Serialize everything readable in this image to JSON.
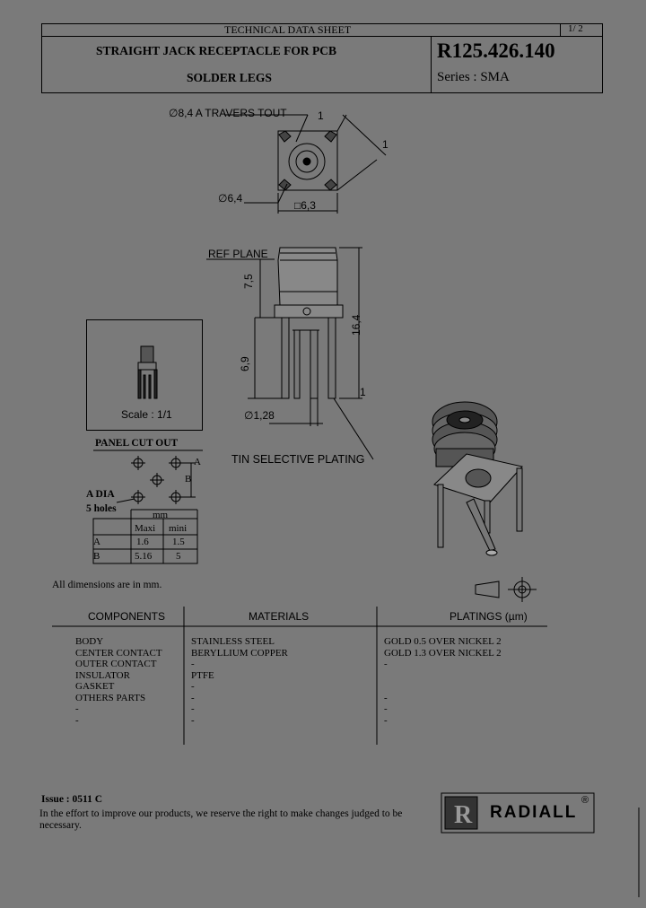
{
  "header": {
    "title": "TECHNICAL DATA SHEET",
    "page": "1/ 2",
    "product_line1": "STRAIGHT JACK RECEPTACLE FOR PCB",
    "product_line2": "SOLDER LEGS",
    "part_number": "R125.426.140",
    "series": "Series : SMA"
  },
  "drawing": {
    "dim_diameter_traverse": "∅8,4 A TRAVERS TOUT",
    "dim_one_a": "1",
    "dim_one_b": "1",
    "dim_diameter_small": "∅6,4",
    "dim_square": "□6,3",
    "ref_plane": "REF PLANE",
    "dim_7_5": "7,5",
    "dim_16_4": "16,4",
    "dim_6_9": "6,9",
    "dim_one_c": "1",
    "dim_pin_diameter": "∅1,28",
    "tin_plating": "TIN SELECTIVE PLATING",
    "scale": "Scale : 1/1"
  },
  "panel_cutout": {
    "title": "PANEL CUT OUT",
    "label_a": "A",
    "label_b": "B",
    "a_dia": "A DIA",
    "holes": "5 holes",
    "unit": "mm",
    "col_maxi": "Maxi",
    "col_mini": "mini",
    "rows": [
      {
        "label": "A",
        "maxi": "1.6",
        "mini": "1.5"
      },
      {
        "label": "B",
        "maxi": "5.16",
        "mini": "5"
      }
    ]
  },
  "note_dimensions": "All dimensions are in mm.",
  "components_table": {
    "headers": {
      "components": "COMPONENTS",
      "materials": "MATERIALS",
      "platings": "PLATINGS (µm)"
    },
    "rows": [
      {
        "component": "BODY",
        "material": "STAINLESS STEEL",
        "plating": "GOLD 0.5 OVER NICKEL 2"
      },
      {
        "component": "CENTER CONTACT",
        "material": "BERYLLIUM COPPER",
        "plating": "GOLD 1.3 OVER NICKEL 2"
      },
      {
        "component": "OUTER CONTACT",
        "material": "-",
        "plating": "-"
      },
      {
        "component": "INSULATOR",
        "material": "PTFE",
        "plating": ""
      },
      {
        "component": "GASKET",
        "material": "-",
        "plating": ""
      },
      {
        "component": "OTHERS PARTS",
        "material": "-",
        "plating": "-"
      },
      {
        "component": "-",
        "material": "-",
        "plating": "-"
      },
      {
        "component": "-",
        "material": "-",
        "plating": "-"
      }
    ]
  },
  "footer": {
    "issue": "Issue : 0511 C",
    "disclaimer_line1": "In the effort to improve our products, we reserve the right to make changes judged to be",
    "disclaimer_line2": "necessary.",
    "brand": "RADIALL",
    "registered": "®"
  }
}
